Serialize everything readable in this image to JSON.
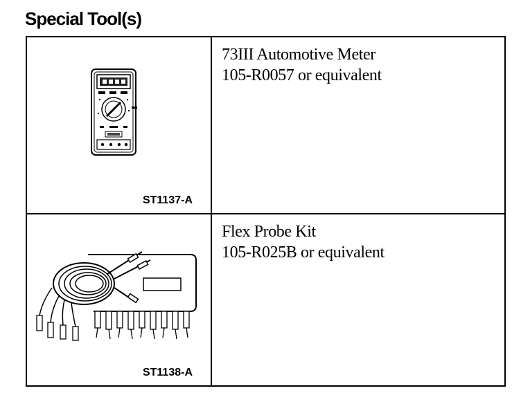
{
  "heading": "Special Tool(s)",
  "tools": [
    {
      "figure_label": "ST1137-A",
      "name": "73III Automotive Meter",
      "part_number": "105-R0057 or equivalent",
      "illustration": "multimeter-illustration"
    },
    {
      "figure_label": "ST1138-A",
      "name": "Flex Probe Kit",
      "part_number": "105-R025B or equivalent",
      "illustration": "probe-kit-illustration"
    }
  ]
}
